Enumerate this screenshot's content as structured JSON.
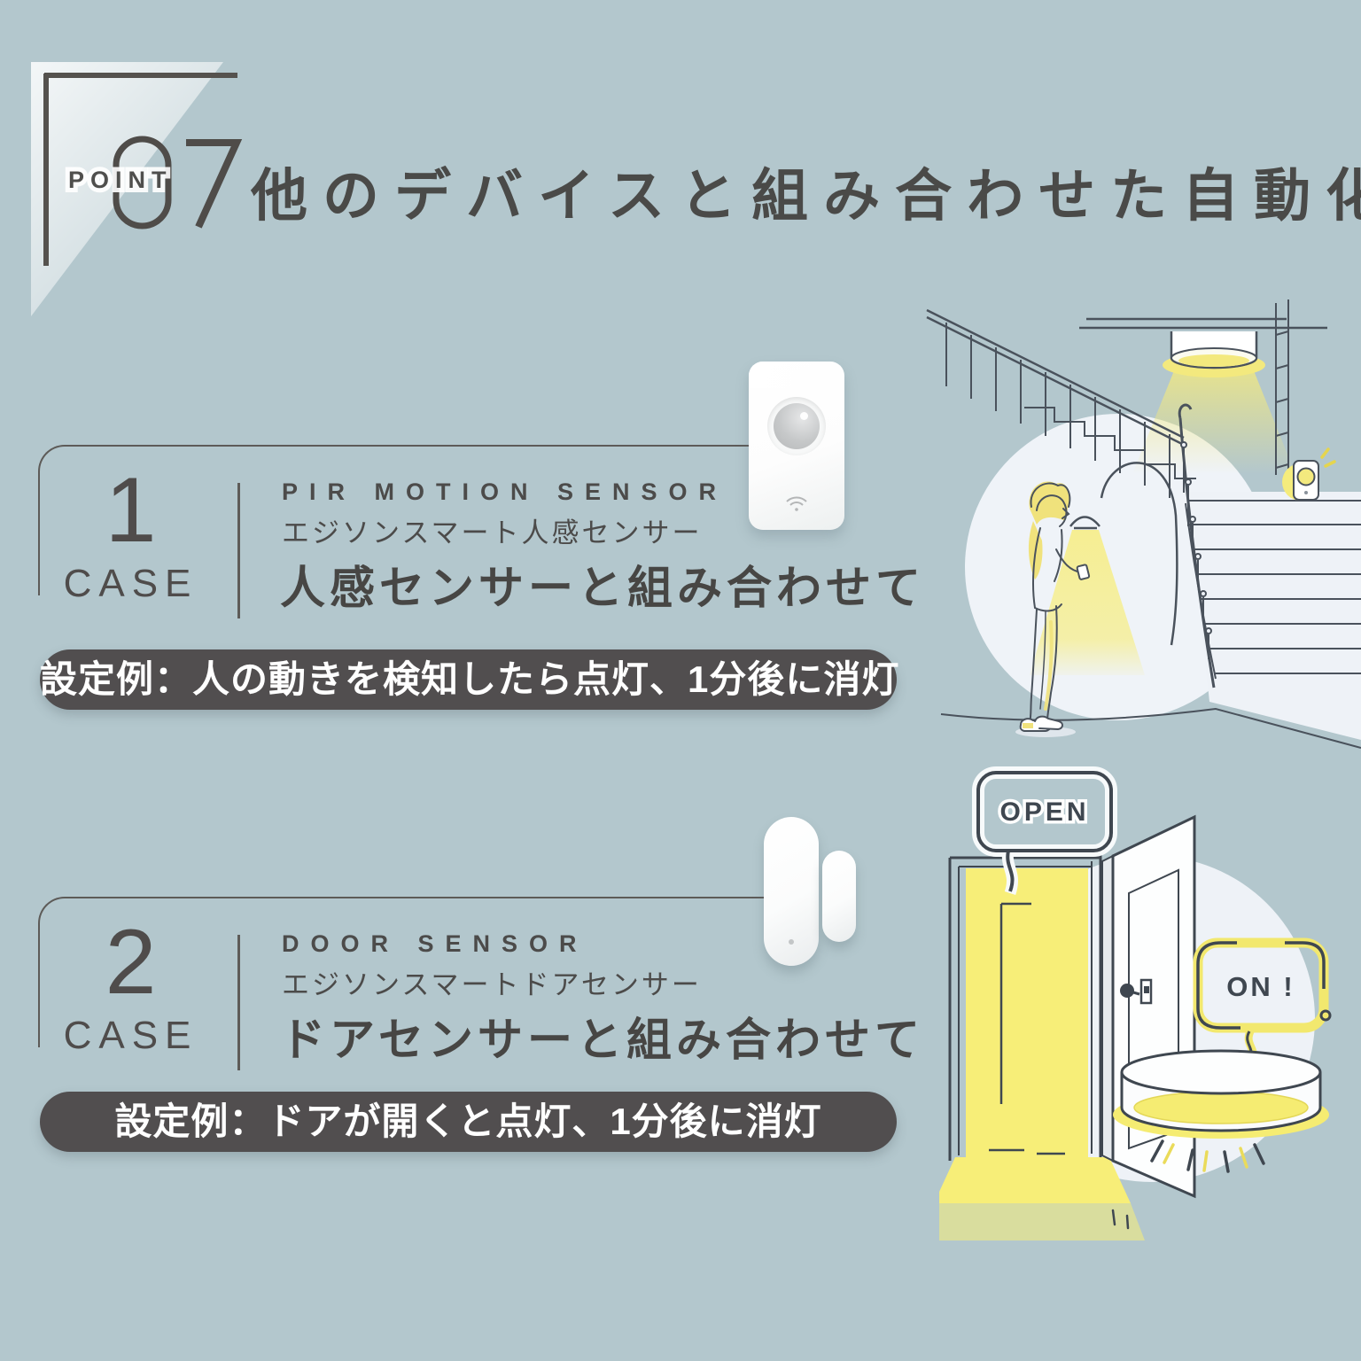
{
  "colors": {
    "background": "#b3c7cd",
    "ink": "#4a4a48",
    "banner_bg": "#514e4f",
    "banner_text": "#ffffff",
    "accent_yellow": "#f3e97e",
    "illustration_line": "#4a525c",
    "illustration_circle": "#eef2f7"
  },
  "header": {
    "point_label": "POINT",
    "point_number": "07",
    "title": "他のデバイスと組み合わせた自動化"
  },
  "cases": [
    {
      "number": "1",
      "case_label": "CASE",
      "product_name_en": "PIR MOTION SENSOR",
      "product_name_jp": "エジソンスマート人感センサー",
      "headline": "人感センサーと組み合わせて",
      "example": "設定例：人の動きを検知したら点灯、1分後に消灯"
    },
    {
      "number": "2",
      "case_label": "CASE",
      "product_name_en": "DOOR SENSOR",
      "product_name_jp": "エジソンスマートドアセンサー",
      "headline": "ドアセンサーと組み合わせて",
      "example": "設定例：ドアが開くと点灯、1分後に消灯"
    }
  ],
  "illustrations": {
    "door_scene": {
      "open_label": "OPEN",
      "on_label": "ON !"
    }
  }
}
